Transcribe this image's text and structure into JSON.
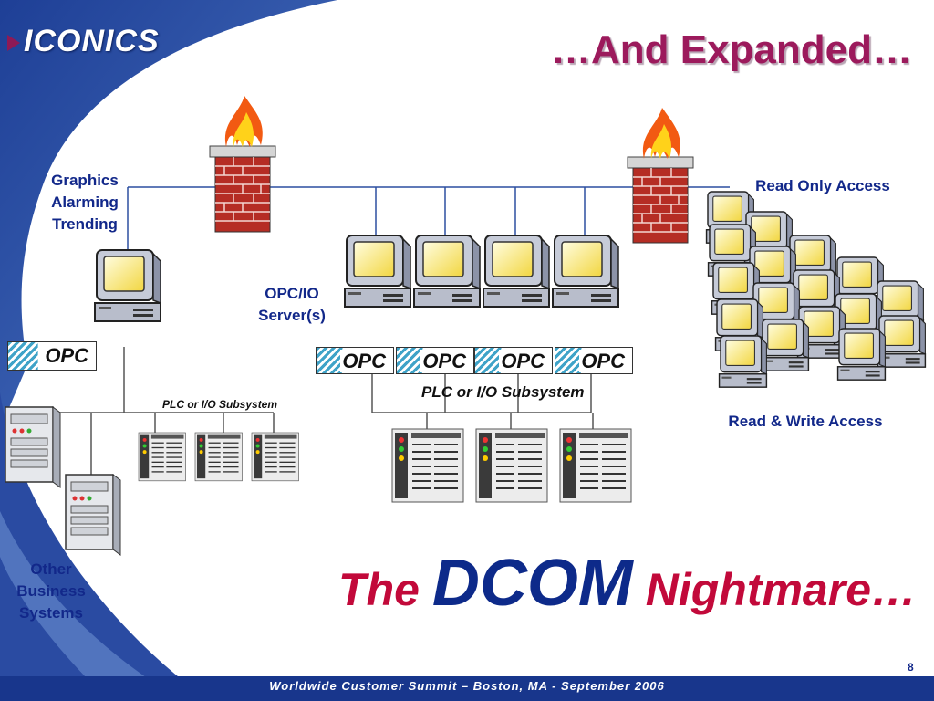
{
  "logo": {
    "text": "ICONICS"
  },
  "title": "…And Expanded…",
  "labels": {
    "client_roles": [
      "Graphics",
      "Alarming",
      "Trending"
    ],
    "opc_servers": [
      "OPC/IO",
      "Server(s)"
    ],
    "read_only": "Read Only Access",
    "read_write": "Read & Write Access",
    "other_systems": [
      "Other",
      "Business",
      "Systems"
    ],
    "plc_subsystem": "PLC or I/O Subsystem",
    "opc_logo": "OPC"
  },
  "headline": {
    "part1": "The",
    "part2": "DCOM",
    "part3": "Nightmare…"
  },
  "footer": {
    "text": "Worldwide Customer Summit – Boston, MA - September 2006",
    "page": "8"
  },
  "colors": {
    "title": "#9c1a5c",
    "label": "#12288a",
    "headline": "#c2093a",
    "dcom": "#0d2a8a",
    "footer": "#18368c"
  }
}
